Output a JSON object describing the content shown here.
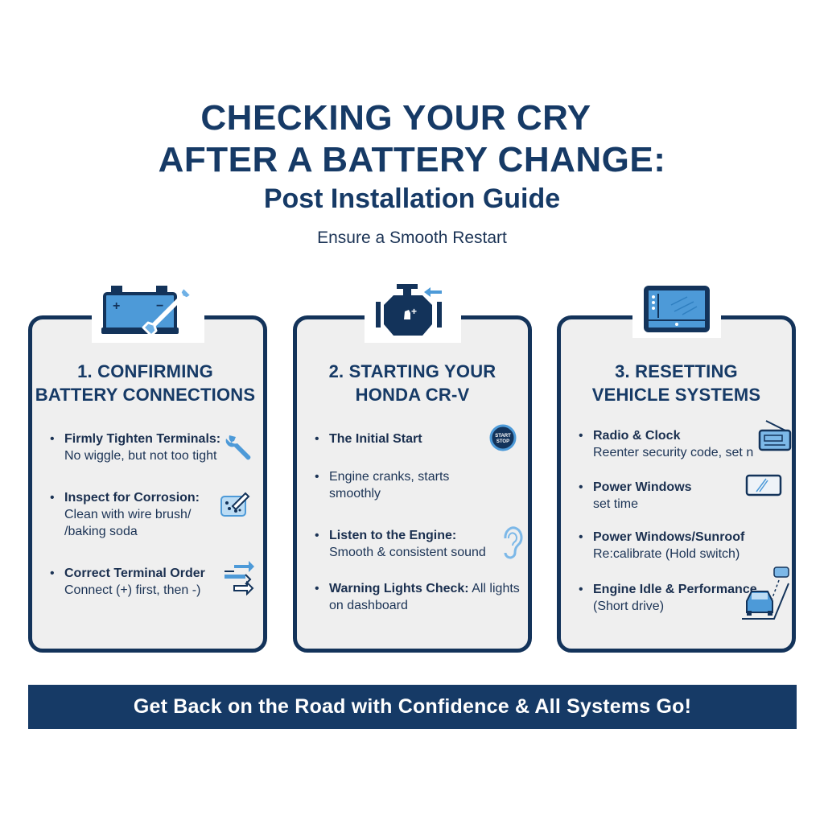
{
  "header": {
    "title_line1": "CHECKING YOUR CRY",
    "title_line2": "AFTER A BATTERY CHANGE:",
    "subtitle": "Post Installation Guide",
    "tagline": "Ensure a Smooth Restart"
  },
  "colors": {
    "primary_navy": "#163a66",
    "card_border": "#13335a",
    "card_bg": "#efefef",
    "accent_blue": "#4d9ad8",
    "light_blue": "#7cb8e8",
    "text": "#1b3355"
  },
  "cards": [
    {
      "icon": "battery-wrench-icon",
      "title_line1": "1. CONFIRMING",
      "title_line2": "BATTERY CONNECTIONS",
      "items": [
        {
          "bullet": "•",
          "bold": "Firmly Tighten Terminals:",
          "text": "No wiggle, but not too tight",
          "icon": "wrench-icon"
        },
        {
          "bullet": "•",
          "bold": "Inspect for Corrosion:",
          "text": "Clean with wire brush/ /baking soda",
          "icon": "brush-cleaning-icon"
        },
        {
          "bullet": "•",
          "bold": "Correct Terminal Order",
          "text": "Connect (+) first, then -)",
          "icon": "arrows-order-icon"
        }
      ]
    },
    {
      "icon": "engine-icon",
      "title_line1": "2. STARTING YOUR",
      "title_line2": "HONDA CR-V",
      "items": [
        {
          "bullet": "•",
          "bold": "The Initial Start",
          "text": "",
          "icon": "start-button-icon",
          "icon_label": "START STOP"
        },
        {
          "bullet": "•",
          "bold": "",
          "text": "Engine cranks, starts smoothly",
          "icon": ""
        },
        {
          "bullet": "•",
          "bold": "Listen to the Engine:",
          "text": "Smooth & consistent sound",
          "icon": "ear-icon"
        },
        {
          "bullet": "•",
          "bold": "Warning Lights Check:",
          "text": "All lights on dashboard",
          "icon": ""
        }
      ]
    },
    {
      "icon": "tablet-display-icon",
      "title_line1": "3. RESETTING",
      "title_line2": "VEHICLE SYSTEMS",
      "items": [
        {
          "bullet": "•",
          "bold": "Radio & Clock",
          "text": "Reenter security code, set n",
          "icon": "radio-icon"
        },
        {
          "bullet": "•",
          "bold": "Power Windows",
          "text": "set time",
          "icon": "window-icon"
        },
        {
          "bullet": "•",
          "bold": "Power Windows/Sunroof",
          "text": "Re:calibrate (Hold switch)",
          "icon": ""
        },
        {
          "bullet": "•",
          "bold": "Engine Idle & Performance",
          "text": "(Short drive)",
          "icon": "car-road-icon"
        }
      ]
    }
  ],
  "footer": {
    "text": "Get Back on the Road with Confidence & All Systems Go!"
  }
}
